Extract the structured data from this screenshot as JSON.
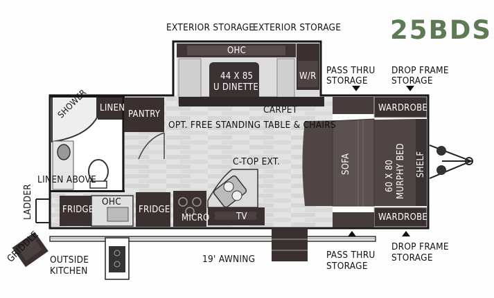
{
  "model": "25BDS",
  "labels": {
    "exterior_storage_left": "EXTERIOR STORAGE",
    "exterior_storage_right": "EXTERIOR STORAGE",
    "ohc_top": "OHC",
    "dinette_line1": "44 X 85",
    "dinette_line2": "U DINETTE",
    "wr": "W/R",
    "pass_thru_top_line1": "PASS THRU",
    "pass_thru_top_line2": "STORAGE",
    "drop_frame_top_line1": "DROP FRAME",
    "drop_frame_top_line2": "STORAGE",
    "shower": "SHOWER",
    "linen": "LINEN",
    "pantry": "PANTRY",
    "carpet": "CARPET",
    "table_chairs": "OPT. FREE STANDING TABLE & CHAIRS",
    "wardrobe_top": "WARDROBE",
    "wardrobe_bottom": "WARDROBE",
    "sofa": "SOFA",
    "bed_line1": "60 X 80",
    "bed_line2": "MURPHY BED",
    "shelf": "SHELF",
    "linen_above": "LINEN ABOVE",
    "ctop_ext": "C-TOP EXT.",
    "ladder": "LADDER",
    "fridge_outside": "FRIDGE",
    "ohc_outside": "OHC",
    "fridge_inside": "FRIDGE",
    "micro": "MICRO",
    "tv": "TV",
    "griddle": "GRIDDLE",
    "outside_kitchen_line1": "OUTSIDE",
    "outside_kitchen_line2": "KITCHEN",
    "awning": "19' AWNING",
    "pass_thru_bottom_line1": "PASS THRU",
    "pass_thru_bottom_line2": "STORAGE",
    "drop_frame_bottom_line1": "DROP FRAME",
    "drop_frame_bottom_line2": "STORAGE"
  },
  "colors": {
    "model_text": "#5e7a55",
    "dark_cabinet": "#3a3232",
    "wall": "#1a1a1a",
    "floor": "#dcdcdc",
    "sofa_bed": "#5a5050"
  }
}
